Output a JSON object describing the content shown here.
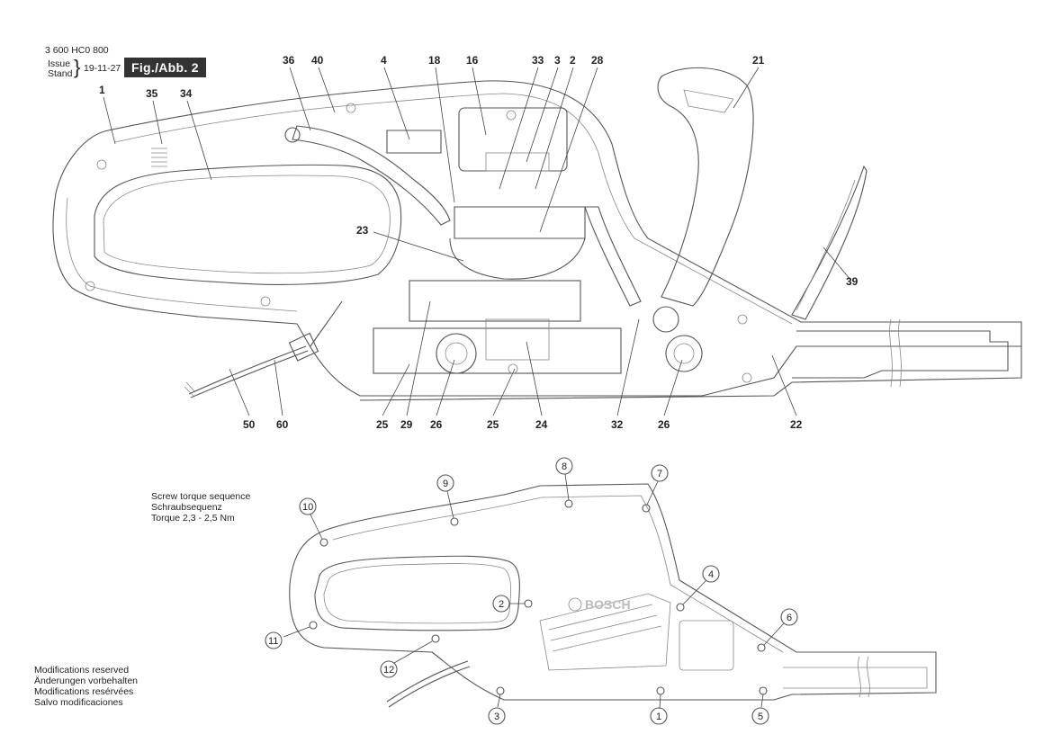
{
  "header": {
    "doc_number": "3 600 HC0 800",
    "issue_label": "Issue",
    "stand_label": "Stand",
    "date": "19-11-27",
    "figure_label": "Fig./Abb. 2"
  },
  "part_numbers": [
    "1",
    "35",
    "34",
    "36",
    "40",
    "4",
    "18",
    "16",
    "33",
    "3",
    "2",
    "28",
    "21",
    "23",
    "39",
    "50",
    "60",
    "25",
    "29",
    "26",
    "25",
    "24",
    "32",
    "26",
    "22"
  ],
  "screw_sequence": {
    "title_lines": [
      "Screw torque sequence",
      "Schraubsequenz",
      "Torque 2,3 - 2,5 Nm"
    ],
    "screw_numbers": [
      "1",
      "2",
      "3",
      "4",
      "5",
      "6",
      "7",
      "8",
      "9",
      "10",
      "11",
      "12"
    ]
  },
  "brand_logo": "BOSCH",
  "footer_notes": [
    "Modifications reserved",
    "Änderungen vorbehalten",
    "Modifications resérvées",
    "Salvo modificaciones"
  ]
}
